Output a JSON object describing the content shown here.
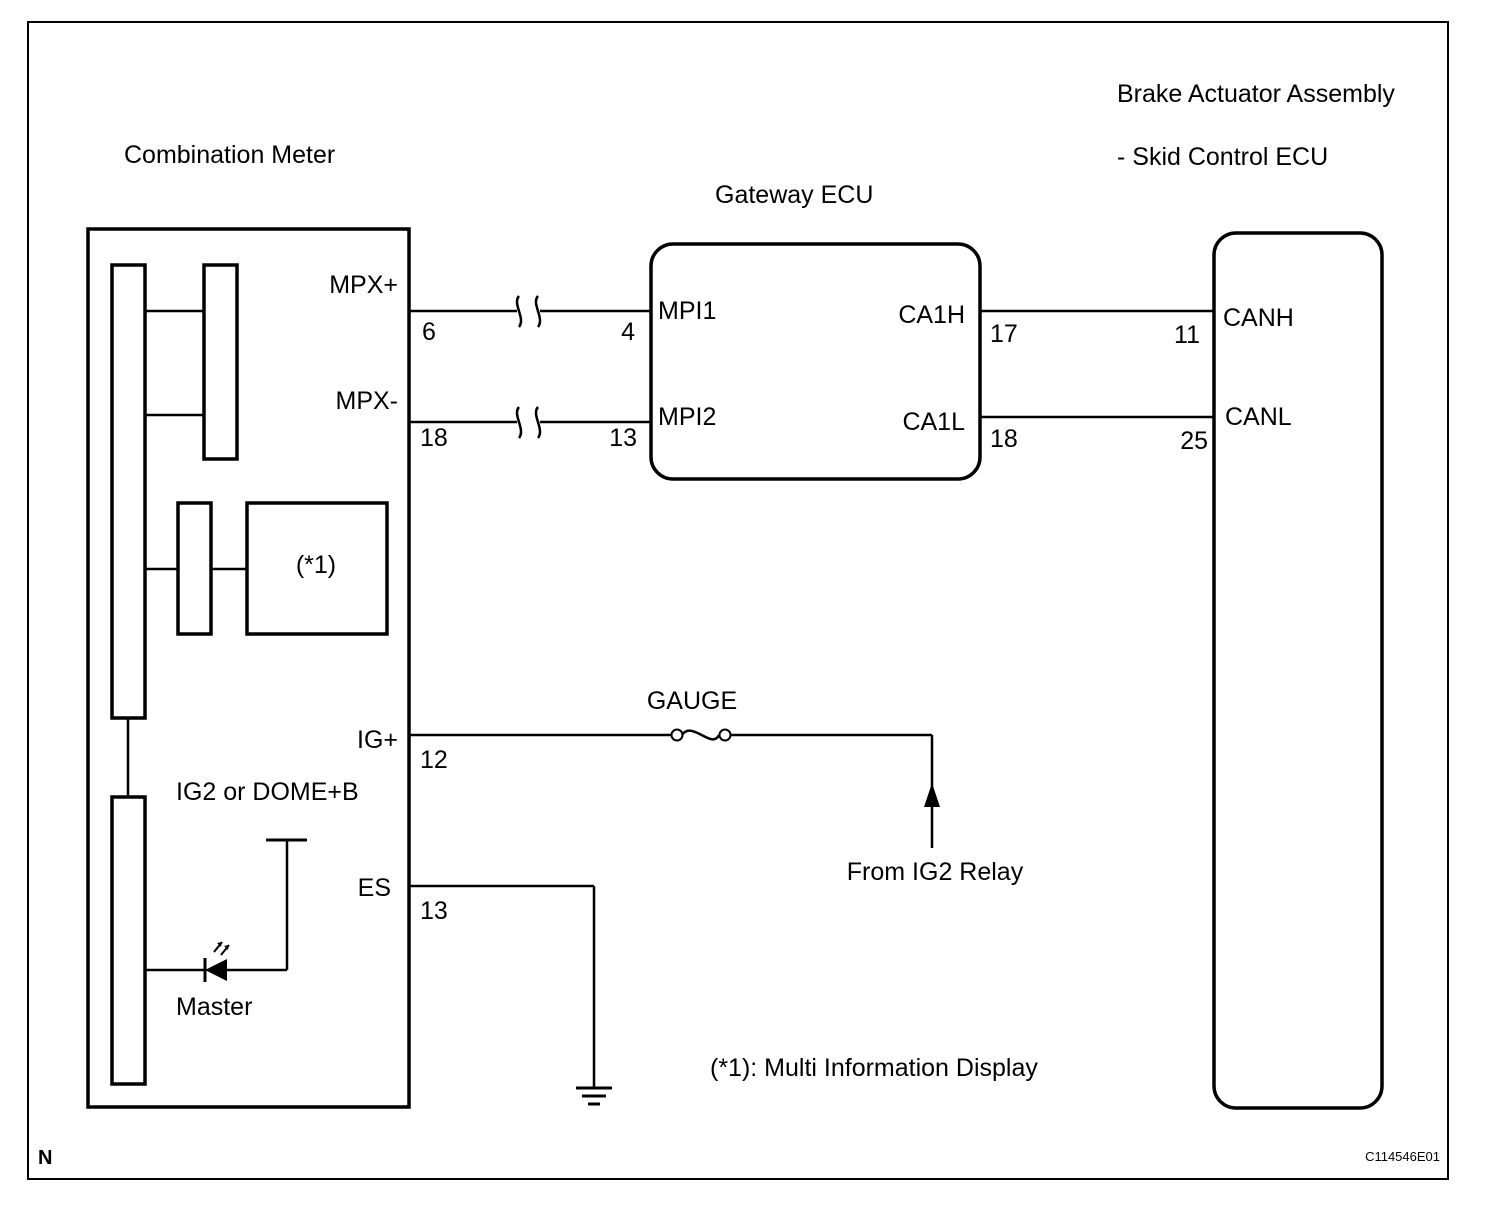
{
  "diagram": {
    "components": {
      "combination_meter": "Combination Meter",
      "gateway_ecu": "Gateway ECU",
      "brake_actuator_line1": "Brake Actuator Assembly",
      "brake_actuator_line2": "- Skid Control ECU"
    },
    "meter_pins": {
      "mpx_plus": "MPX+",
      "mpx_minus": "MPX-",
      "ig_plus": "IG+",
      "es": "ES",
      "ig2_dome": "IG2 or DOME+B",
      "master": "Master",
      "mid_ref": "(*1)"
    },
    "meter_pin_numbers": {
      "mpx_plus": "6",
      "mpx_minus": "18",
      "ig_plus": "12",
      "es": "13"
    },
    "gateway_pins": {
      "mpi1": "MPI1",
      "mpi2": "MPI2",
      "ca1h": "CA1H",
      "ca1l": "CA1L"
    },
    "gateway_pin_numbers": {
      "mpi1": "4",
      "mpi2": "13",
      "ca1h": "17",
      "ca1l": "18"
    },
    "skid_pins": {
      "canh": "CANH",
      "canl": "CANL"
    },
    "skid_pin_numbers": {
      "canh": "11",
      "canl": "25"
    },
    "fuse": "GAUGE",
    "relay": "From IG2 Relay",
    "footnote": "(*1): Multi Information Display",
    "corner_letter": "N",
    "figure_code": "C114546E01"
  }
}
